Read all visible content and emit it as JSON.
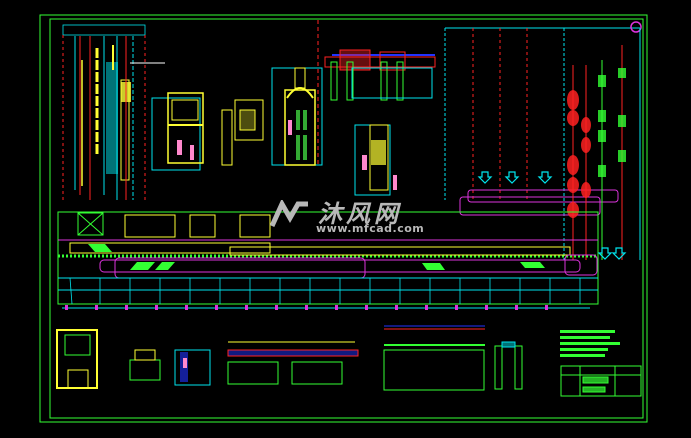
{
  "drawing": {
    "type": "CAD plant layout drawing",
    "background": "#000000",
    "colors": {
      "frame": "#33ff33",
      "cyan": "#00e5ee",
      "yellow": "#ffff33",
      "red": "#ff2222",
      "magenta": "#dd33dd",
      "blue": "#2233ff",
      "green_fill": "#33ff33",
      "white": "#ffffff"
    },
    "regions": [
      "left-vertical-elevations",
      "top-equipment-elevations",
      "top-right-column-grid",
      "right-vertical-elevations",
      "main-plan-view",
      "bottom-detail-views",
      "notes-block",
      "title-block"
    ]
  },
  "watermark": {
    "name_cn": "沐风网",
    "url": "www.mfcad.com"
  }
}
